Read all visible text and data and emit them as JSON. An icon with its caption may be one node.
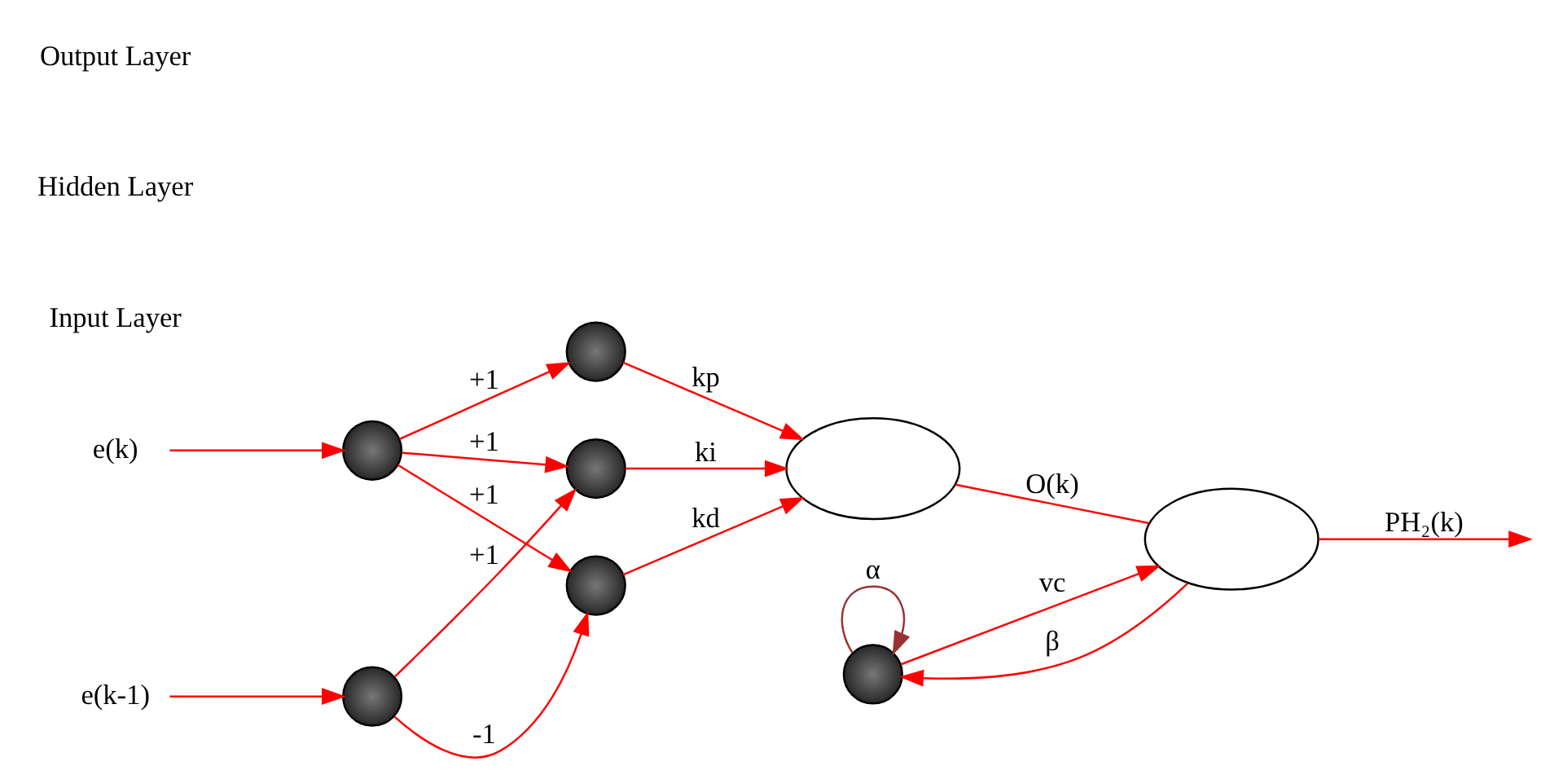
{
  "diagram": {
    "nodes": [
      {
        "text": [
          "e(k)"
        ]
      },
      {
        "text": [
          "e(k-1)"
        ]
      },
      {
        "text": [],
        "shape": "circle"
      },
      {
        "text": [],
        "shape": "circle"
      },
      {
        "text": [],
        "shape": "circle"
      },
      {
        "text": [],
        "shape": "circle"
      },
      {
        "text": [],
        "shape": "circle"
      },
      {
        "text": [],
        "shape": "circle"
      },
      {
        "text": [],
        "shape": "ellipse"
      },
      {
        "text": [],
        "shape": "ellipse"
      }
    ],
    "edges": [
      {
        "from": 0,
        "to": 2,
        "arrow": "to"
      },
      {
        "from": 1,
        "to": 3,
        "arrow": "to"
      },
      {
        "from": 2,
        "to": 4,
        "arrow": "to",
        "label": "+1"
      },
      {
        "from": 2,
        "to": 5,
        "arrow": "to",
        "label": "+1"
      },
      {
        "from": 2,
        "to": 6,
        "arrow": "to",
        "label": "+1"
      },
      {
        "from": 3,
        "to": 5,
        "arrow": "to",
        "label": "+1"
      },
      {
        "from": 3,
        "to": 6,
        "arrow": "to",
        "label": "-1"
      },
      {
        "from": 4,
        "to": 8,
        "arrow": "to",
        "label": "kp"
      },
      {
        "from": 5,
        "to": 8,
        "arrow": "to",
        "label": "ki"
      },
      {
        "from": 6,
        "to": 8,
        "arrow": "to",
        "label": "kd"
      },
      {
        "from": 7,
        "to": 9,
        "arrow": "to",
        "label": "vc"
      },
      {
        "from": 7,
        "to": 7,
        "arrow": "to",
        "label": "α",
        "color": "#993333"
      },
      {
        "from": 8,
        "to": 9,
        "arrow": "none",
        "label": "O(k)"
      },
      {
        "from": 9,
        "to": null,
        "arrow": "to",
        "label": "PH₂(k)"
      },
      {
        "from": 9,
        "to": 7,
        "arrow": "to",
        "label": "β"
      }
    ],
    "labels": [
      "Input Layer",
      "Hidden Layer",
      "Output Layer"
    ]
  }
}
